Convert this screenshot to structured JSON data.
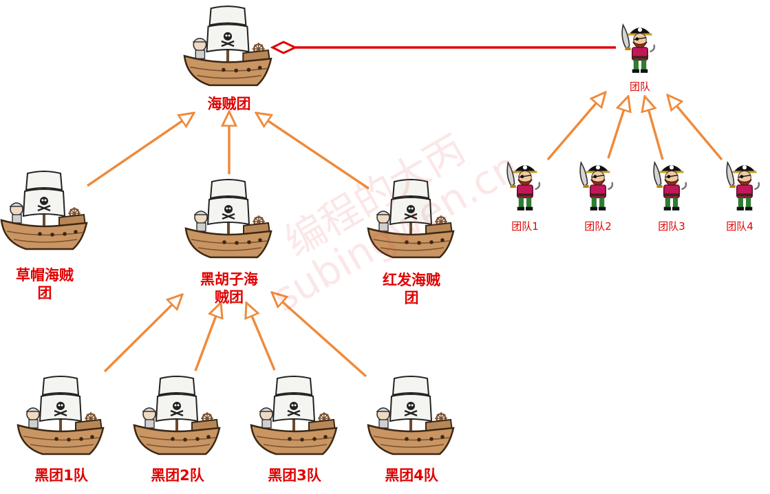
{
  "watermark": {
    "line1": "编程的大丙",
    "line2": "subingwen.cn"
  },
  "colors": {
    "inheritance_arrow": "#ef8a3a",
    "aggregation_line": "#e00000",
    "label": "#e00000"
  },
  "nodes": {
    "pirate_group": {
      "label": "海贼团",
      "icon": "pirate-ship-icon"
    },
    "straw_hat": {
      "label": "草帽海贼\n团",
      "icon": "pirate-ship-icon"
    },
    "blackbeard": {
      "label": "黑胡子海\n贼团",
      "icon": "pirate-ship-icon"
    },
    "red_hair": {
      "label": "红发海贼\n团",
      "icon": "pirate-ship-icon"
    },
    "black_team_1": {
      "label": "黑团1队",
      "icon": "pirate-ship-icon"
    },
    "black_team_2": {
      "label": "黑团2队",
      "icon": "pirate-ship-icon"
    },
    "black_team_3": {
      "label": "黑团3队",
      "icon": "pirate-ship-icon"
    },
    "black_team_4": {
      "label": "黑团4队",
      "icon": "pirate-ship-icon"
    },
    "team": {
      "label": "团队",
      "icon": "pirate-captain-icon"
    },
    "team_1": {
      "label": "团队1",
      "icon": "pirate-captain-icon"
    },
    "team_2": {
      "label": "团队2",
      "icon": "pirate-captain-icon"
    },
    "team_3": {
      "label": "团队3",
      "icon": "pirate-captain-icon"
    },
    "team_4": {
      "label": "团队4",
      "icon": "pirate-captain-icon"
    }
  },
  "edges": [
    {
      "from": "straw_hat",
      "to": "pirate_group",
      "type": "inheritance"
    },
    {
      "from": "blackbeard",
      "to": "pirate_group",
      "type": "inheritance"
    },
    {
      "from": "red_hair",
      "to": "pirate_group",
      "type": "inheritance"
    },
    {
      "from": "black_team_1",
      "to": "blackbeard",
      "type": "inheritance"
    },
    {
      "from": "black_team_2",
      "to": "blackbeard",
      "type": "inheritance"
    },
    {
      "from": "black_team_3",
      "to": "blackbeard",
      "type": "inheritance"
    },
    {
      "from": "black_team_4",
      "to": "blackbeard",
      "type": "inheritance"
    },
    {
      "from": "team_1",
      "to": "team",
      "type": "inheritance"
    },
    {
      "from": "team_2",
      "to": "team",
      "type": "inheritance"
    },
    {
      "from": "team_3",
      "to": "team",
      "type": "inheritance"
    },
    {
      "from": "team_4",
      "to": "team",
      "type": "inheritance"
    },
    {
      "from": "team",
      "to": "pirate_group",
      "type": "aggregation"
    }
  ]
}
